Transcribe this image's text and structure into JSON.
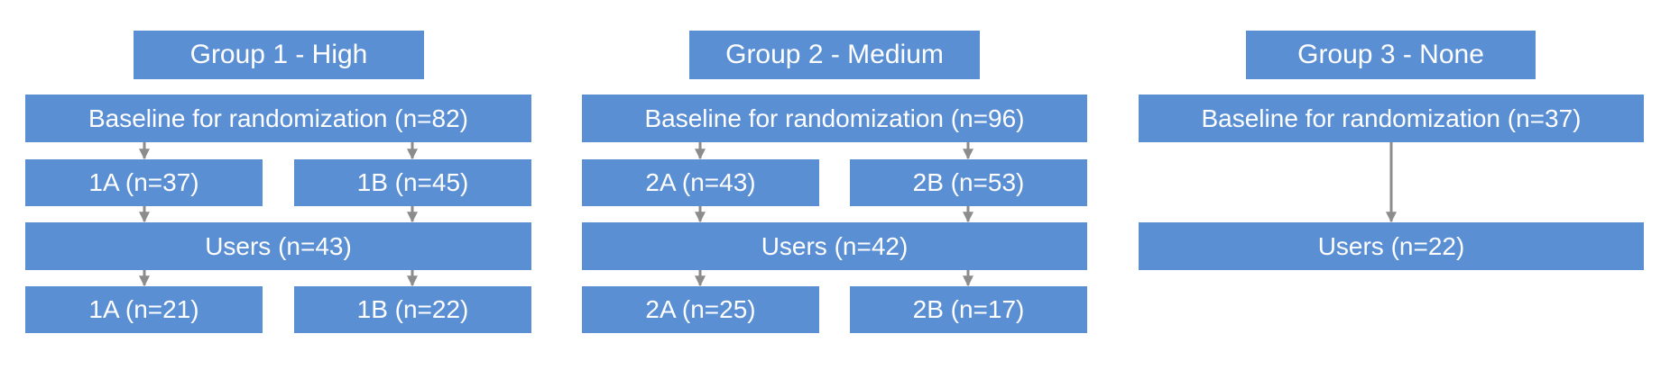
{
  "groups": [
    {
      "title": "Group 1 - High",
      "baseline": "Baseline for randomization (n=82)",
      "split": [
        "1A (n=37)",
        "1B (n=45)"
      ],
      "users": "Users (n=43)",
      "users_split": [
        "1A (n=21)",
        "1B (n=22)"
      ]
    },
    {
      "title": "Group 2 - Medium",
      "baseline": "Baseline for randomization (n=96)",
      "split": [
        "2A (n=43)",
        "2B (n=53)"
      ],
      "users": "Users (n=42)",
      "users_split": [
        "2A (n=25)",
        "2B (n=17)"
      ]
    },
    {
      "title": "Group 3 - None",
      "baseline": "Baseline for randomization (n=37)",
      "users": "Users (n=22)"
    }
  ],
  "colors": {
    "box_fill": "#5b8fd4",
    "box_text": "#ffffff",
    "arrow": "#8c8c8c"
  }
}
